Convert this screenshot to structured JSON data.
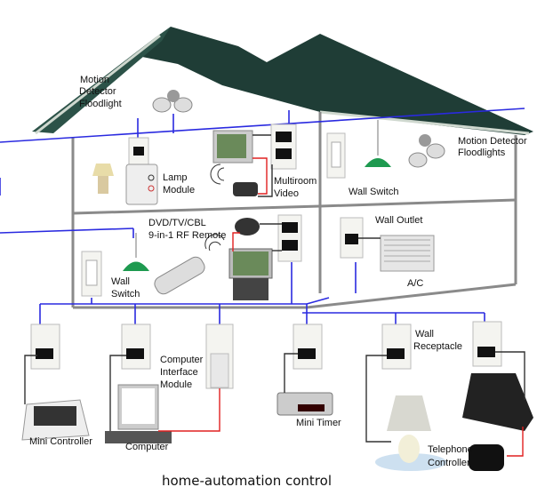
{
  "caption": "home-automation control",
  "colors": {
    "roof": "#1f3d36",
    "wiring": "#2a2ae0",
    "signal": "#e02020",
    "walls": "#8a8a8a"
  },
  "labels": {
    "motion_floodlight": [
      "Motion",
      "Detector",
      "Floodlight"
    ],
    "lamp_module": [
      "Lamp",
      "Module"
    ],
    "multiroom_video": [
      "Multiroom",
      "Video"
    ],
    "wall_switch_upper": "Wall Switch",
    "motion_floodlights": [
      "Motion Detector",
      "Floodlights"
    ],
    "rf_remote": [
      "DVD/TV/CBL",
      "9-in-1 RF Remote"
    ],
    "wall_switch_lower": [
      "Wall",
      "Switch"
    ],
    "wall_outlet": "Wall Outlet",
    "ac": "A/C",
    "computer_interface": [
      "Computer",
      "Interface",
      "Module"
    ],
    "mini_controller": "Mini Controller",
    "computer": "Computer",
    "mini_timer": "Mini Timer",
    "wall_receptacle": [
      "Wall",
      "Receptacle"
    ],
    "telephone_controller": [
      "Telephone",
      "Controller"
    ]
  }
}
